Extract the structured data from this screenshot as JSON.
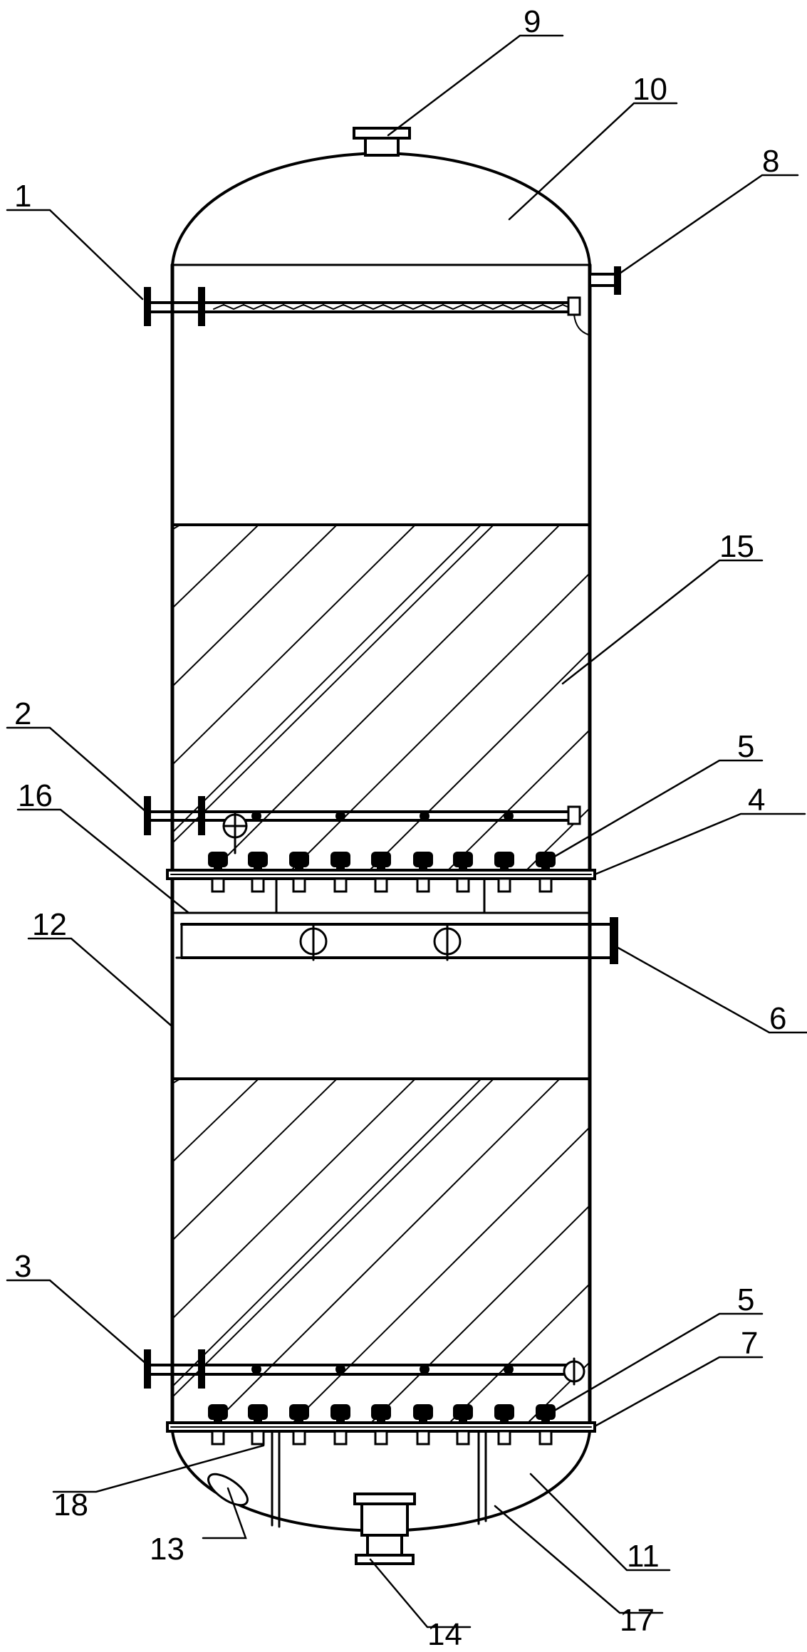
{
  "diagram": {
    "labels": {
      "l1": "1",
      "l2": "2",
      "l3": "3",
      "l4": "4",
      "l5a": "5",
      "l5b": "5",
      "l6": "6",
      "l7": "7",
      "l8": "8",
      "l9": "9",
      "l10": "10",
      "l11": "11",
      "l12": "12",
      "l13": "13",
      "l14": "14",
      "l15": "15",
      "l16": "16",
      "l17": "17",
      "l18": "18"
    },
    "colors": {
      "stroke": "#000000",
      "background": "#ffffff"
    }
  }
}
